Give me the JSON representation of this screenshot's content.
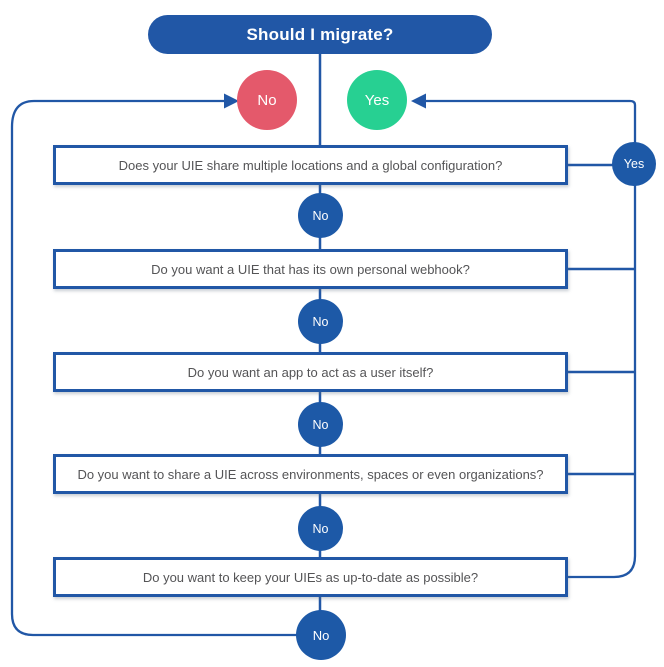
{
  "title": "Should I migrate?",
  "outcomes": {
    "no": {
      "label": "No",
      "color": "#e4596b"
    },
    "yes": {
      "label": "Yes",
      "color": "#27d092"
    }
  },
  "rail": {
    "yes_label": "Yes"
  },
  "colors": {
    "primary_blue": "#2157a6",
    "step_circle_blue": "#1d59a7",
    "box_text": "#545456",
    "background": "#ffffff"
  },
  "questions": [
    {
      "text": "Does your UIE share multiple locations and a global configuration?",
      "no_label": "No"
    },
    {
      "text": "Do you want a UIE that has its own personal webhook?",
      "no_label": "No"
    },
    {
      "text": "Do you want an app to act as a user itself?",
      "no_label": "No"
    },
    {
      "text": "Do you want to share a UIE across environments, spaces or even organizations?",
      "no_label": "No"
    },
    {
      "text": "Do you want to keep your UIEs as up-to-date as possible?",
      "no_label": "No"
    }
  ]
}
